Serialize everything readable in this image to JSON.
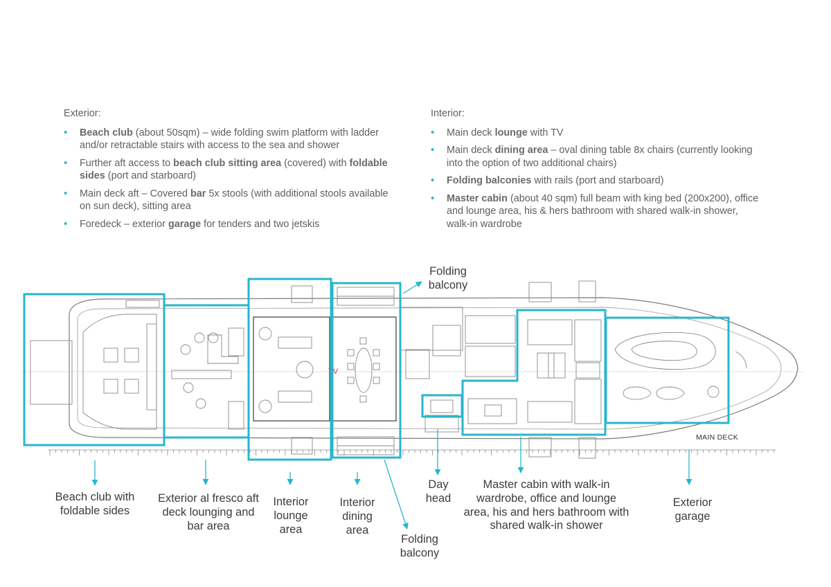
{
  "exterior": {
    "heading": "Exterior:",
    "items": [
      {
        "before": "",
        "bold": "Beach club",
        "after": " (about 50sqm) – wide folding swim platform with ladder and/or retractable stairs with access to the sea and shower"
      },
      {
        "before": "Further aft access to ",
        "bold": "beach club sitting area",
        "after": " (covered) with ",
        "bold2": "foldable sides",
        "after2": " (port and starboard)"
      },
      {
        "before": "Main deck aft – Covered ",
        "bold": "bar",
        "after": " 5x stools (with additional stools available on sun deck), sitting area"
      },
      {
        "before": "Foredeck – exterior ",
        "bold": "garage",
        "after": " for tenders and two jetskis"
      }
    ]
  },
  "interior": {
    "heading": "Interior:",
    "items": [
      {
        "before": "Main deck ",
        "bold": "lounge",
        "after": " with TV"
      },
      {
        "before": "Main deck ",
        "bold": "dining area",
        "after": " – oval dining table 8x chairs (currently looking into the option of two additional chairs)"
      },
      {
        "before": "",
        "bold": "Folding balconies",
        "after": " with rails (port and starboard)"
      },
      {
        "before": "",
        "bold": "Master cabin",
        "after": " (about 40 sqm) full beam with king bed (200x200), office and lounge area, his & hers bathroom with shared walk-in shower, walk-in wardrobe"
      }
    ]
  },
  "plan": {
    "deck_label": "MAIN DECK",
    "tv_label": "TV",
    "accent_color": "#27b6cc",
    "labels": {
      "folding_balcony_top": "Folding balcony",
      "beach_club": "Beach club with foldable sides",
      "aft_deck": "Exterior al fresco aft deck lounging and bar area",
      "lounge": "Interior lounge area",
      "dining": "Interior dining area",
      "folding_balcony_bottom": "Folding balcony",
      "day_head": "Day head",
      "master": "Master cabin with walk-in wardrobe, office and lounge area, his and hers bathroom with shared walk-in shower",
      "garage": "Exterior garage"
    }
  }
}
